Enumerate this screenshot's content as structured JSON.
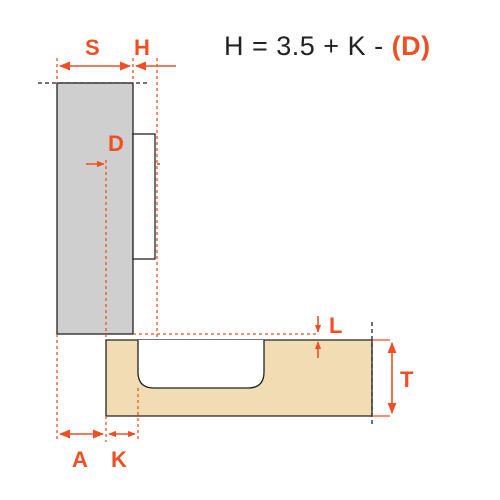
{
  "formula": {
    "prefix": "H = 3.5 + K - ",
    "highlight": "(D)"
  },
  "labels": {
    "S": "S",
    "H": "H",
    "D": "D",
    "L": "L",
    "T": "T",
    "A": "A",
    "K": "K"
  },
  "colors": {
    "accent": "#f04e23",
    "door": "#cfcfcf",
    "panel": "#f2dcb4",
    "outline": "#222222",
    "guide": "#f04e23"
  }
}
